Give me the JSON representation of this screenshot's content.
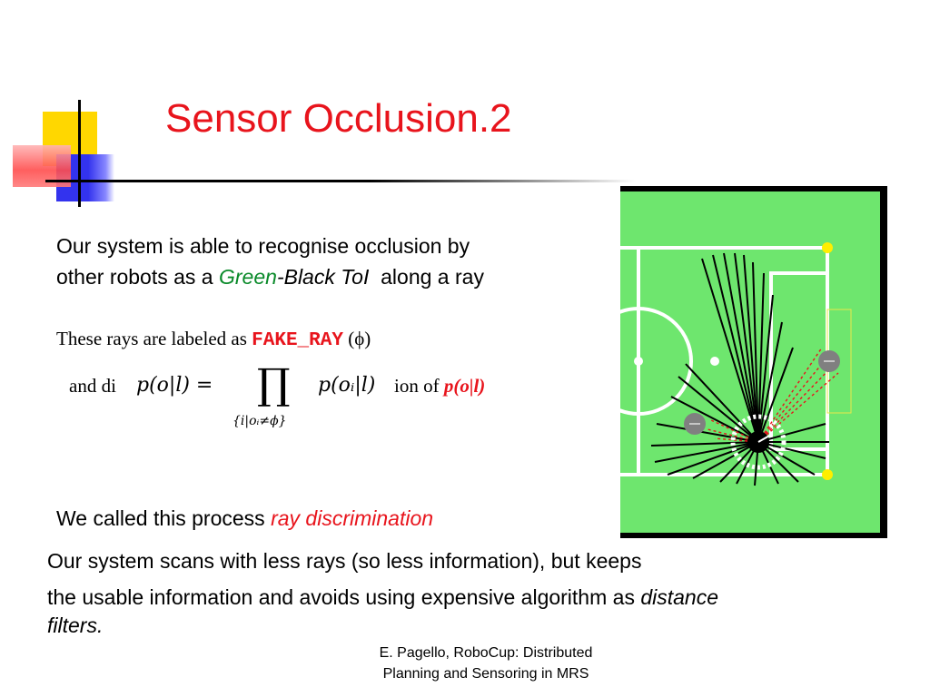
{
  "title": "Sensor Occlusion.2",
  "para1": {
    "line1": "Our system is able to recognise occlusion by",
    "line2_pre": "other robots as a ",
    "green": "Green",
    "black_toi": "-Black ToI",
    "line2_post": "  along a ray"
  },
  "para2": {
    "pre": "These rays are labeled as ",
    "keyword": "FAKE_RAY",
    "post": " (ϕ)"
  },
  "para3": {
    "pre": "and di",
    "post": "ion of ",
    "expr": "p(o|l)"
  },
  "formula": {
    "lhs": "p(o|l) =",
    "product": "∏",
    "subscript": "{i|oᵢ≠ϕ}",
    "rhs": "p(oᵢ|l)"
  },
  "para4": {
    "pre": "We called this process ",
    "emph": "ray discrimination"
  },
  "para5": {
    "line1": "Our system scans with less rays (so less information), but keeps",
    "line2_pre": "the usable information and avoids using expensive algorithm as ",
    "line2_emph": "distance",
    "line3_emph": "filters."
  },
  "footer": {
    "line1": "E. Pagello, RoboCup: Distributed",
    "line2": "Planning and Sensoring in MRS"
  },
  "colors": {
    "title": "#e8141c",
    "field": "#6ee66e",
    "green_word": "#0a8a2a"
  }
}
